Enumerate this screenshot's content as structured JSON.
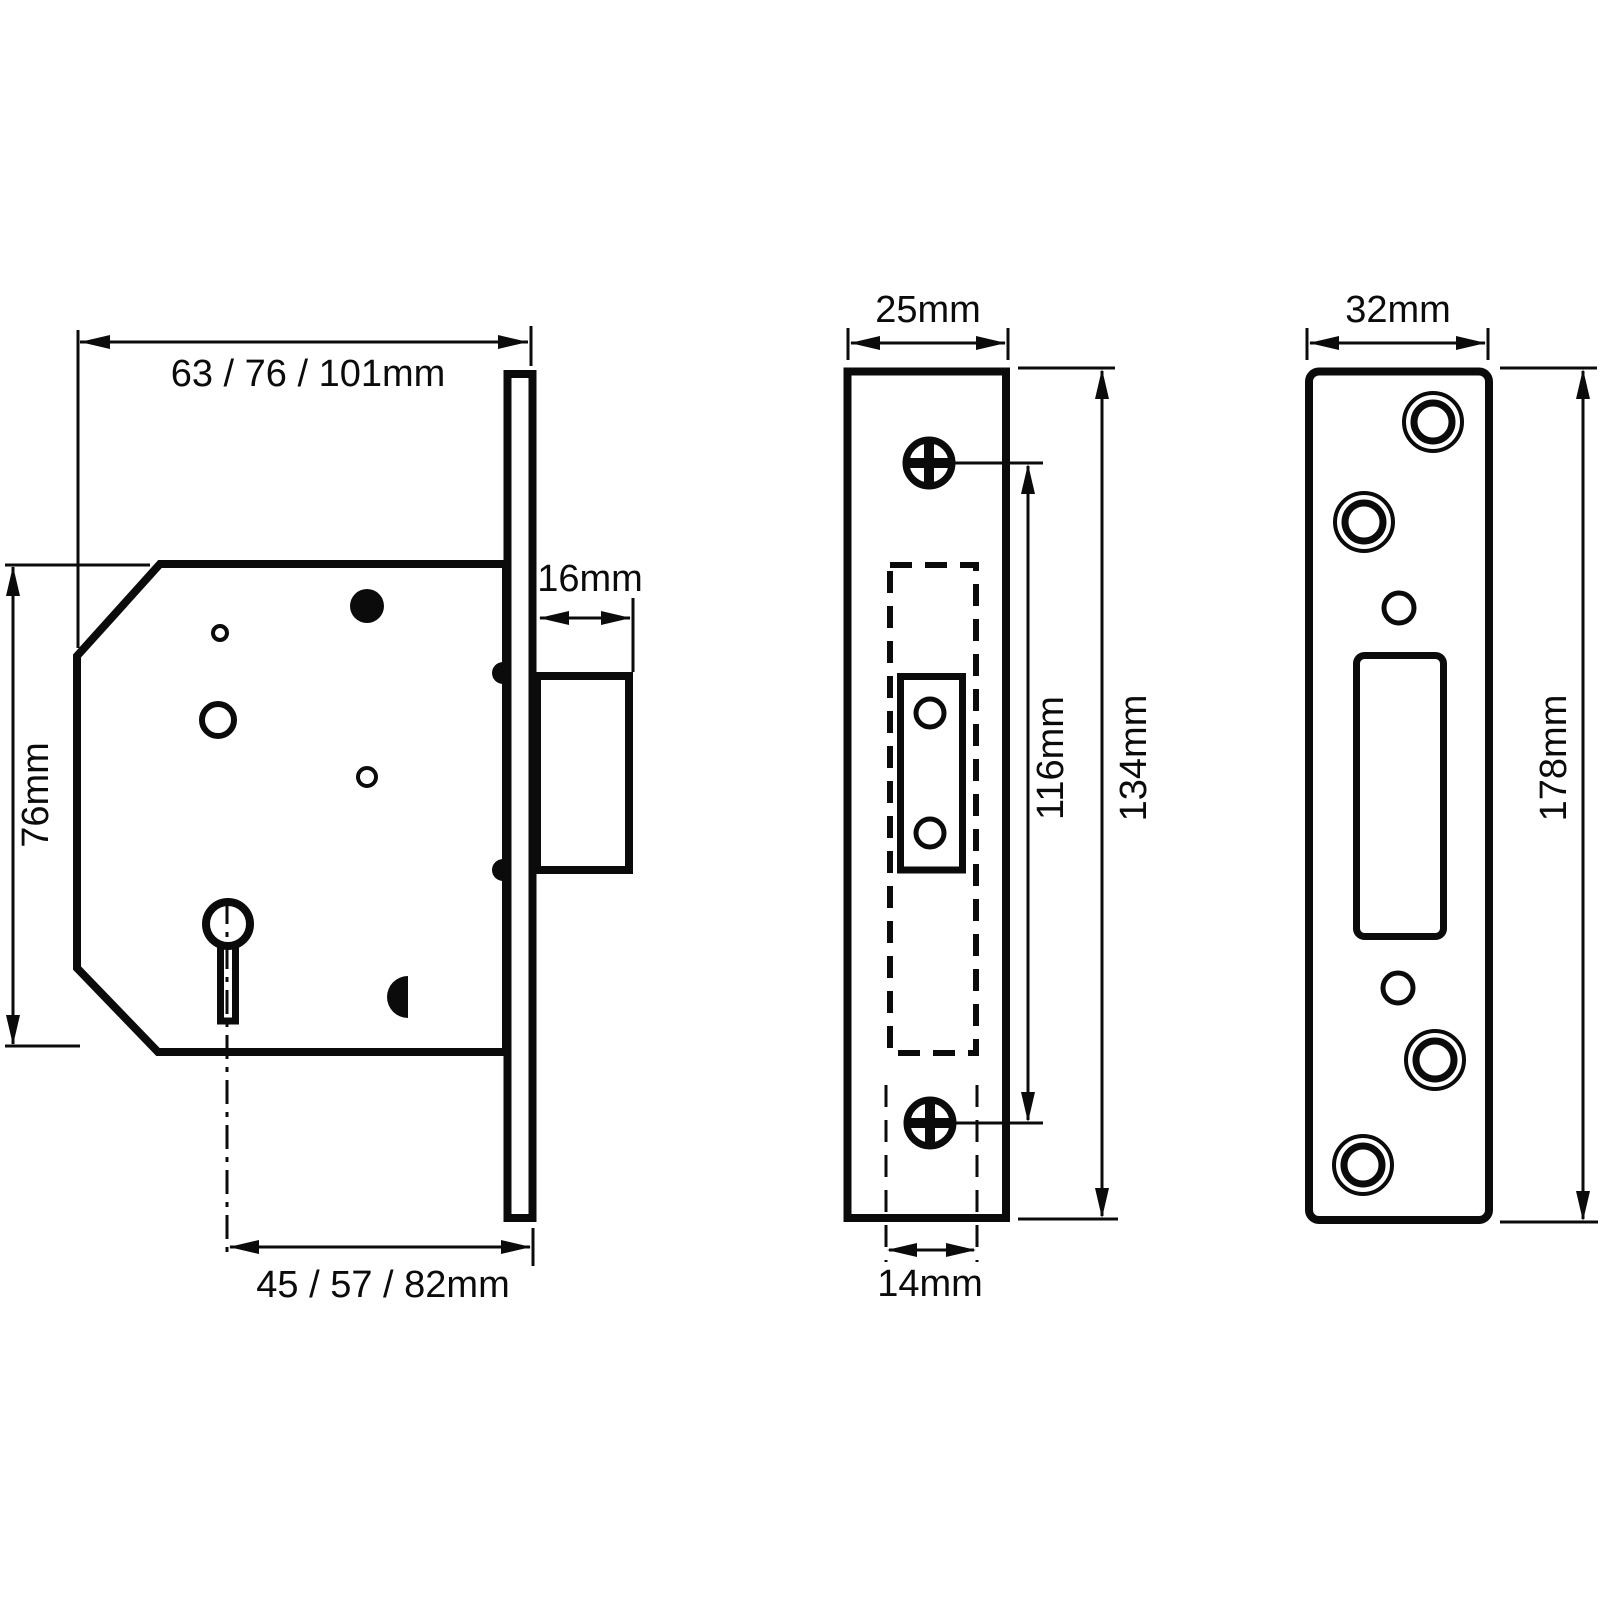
{
  "diagram": {
    "type": "technical-drawing",
    "subject": "mortice-deadlock-dimensions",
    "colors": {
      "line": "#0b0b0b",
      "background": "#ffffff"
    },
    "side_view": {
      "case_length": "63 / 76 / 101mm",
      "case_height": "76mm",
      "bolt_throw": "16mm",
      "backset": "45 / 57 / 82mm"
    },
    "front_view": {
      "faceplate_width": "25mm",
      "screw_centres": "116mm",
      "faceplate_length": "134mm",
      "bolt_width": "14mm"
    },
    "strike_view": {
      "plate_width": "32mm",
      "plate_length": "178mm"
    }
  }
}
